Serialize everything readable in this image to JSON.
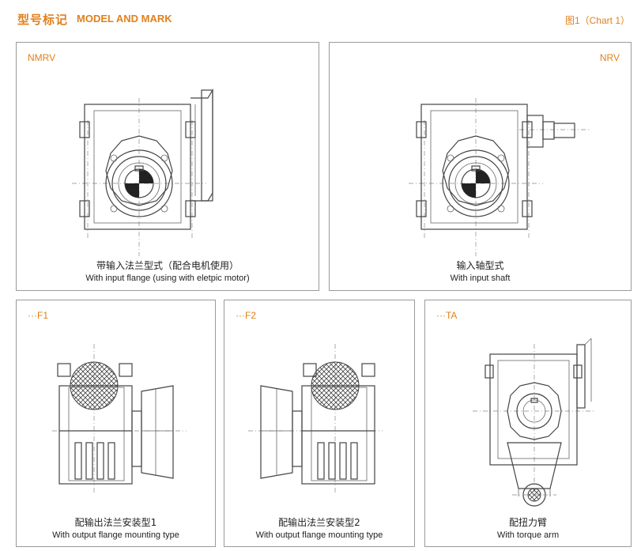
{
  "header": {
    "title_zh": "型号标记",
    "title_en": "MODEL AND MARK",
    "chart_label": "图1（Chart 1）"
  },
  "panels": [
    {
      "id": "nmrv",
      "label": "NMRV",
      "caption_zh": "带输入法兰型式（配合电机使用）",
      "caption_en": "With input flange (using with eletpic motor)"
    },
    {
      "id": "nrv",
      "label": "NRV",
      "caption_zh": "输入轴型式",
      "caption_en": "With input shaft"
    },
    {
      "id": "f1",
      "label": "···F1",
      "caption_zh": "配输出法兰安装型1",
      "caption_en": "With output flange mounting type"
    },
    {
      "id": "f2",
      "label": "···F2",
      "caption_zh": "配输出法兰安装型2",
      "caption_en": "With output flange mounting type"
    },
    {
      "id": "ta",
      "label": "···TA",
      "caption_zh": "配扭力臂",
      "caption_en": "With torque arm"
    }
  ],
  "colors": {
    "accent": "#e0801c",
    "border": "#9a9a9a",
    "line": "#444444"
  }
}
